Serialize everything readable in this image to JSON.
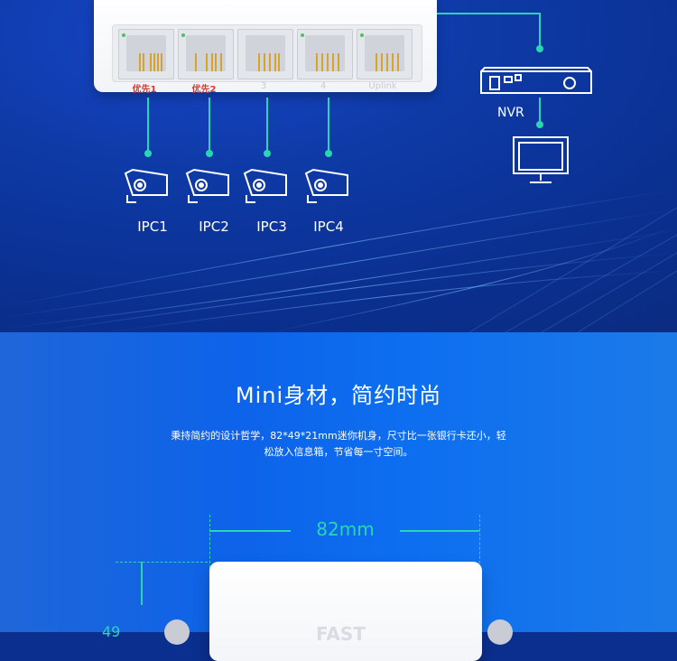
{
  "diagram": {
    "ports": [
      {
        "label": "优先1",
        "highlight": true
      },
      {
        "label": "优先2",
        "highlight": true
      },
      {
        "label": "3",
        "highlight": false
      },
      {
        "label": "4",
        "highlight": false
      },
      {
        "label": "Uplink",
        "highlight": false
      }
    ],
    "cameras": [
      {
        "label": "IPC1"
      },
      {
        "label": "IPC2"
      },
      {
        "label": "IPC3"
      },
      {
        "label": "IPC4"
      }
    ],
    "nvr_label": "NVR",
    "line_color": "#2ad6b1"
  },
  "feature": {
    "headline": "Mini身材，简约时尚",
    "desc_line1": "秉持简约的设计哲学，82*49*21mm迷你机身，尺寸比一张银行卡还小，轻",
    "desc_line2": "松放入信息箱，节省每一寸空间。",
    "width_label": "82mm",
    "left_clip_label": "49",
    "brand_partial": "FAST"
  }
}
